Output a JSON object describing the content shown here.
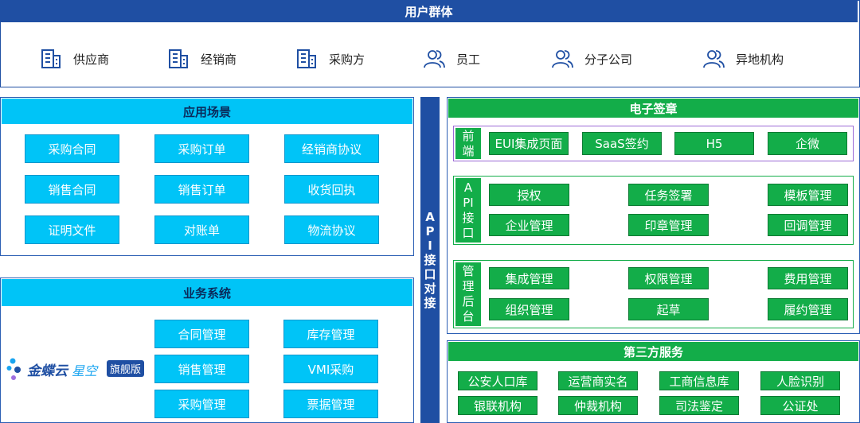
{
  "user_group": {
    "title": "用户群体",
    "items": [
      {
        "label": "供应商",
        "icon": "building-icon"
      },
      {
        "label": "经销商",
        "icon": "building-icon"
      },
      {
        "label": "采购方",
        "icon": "building-icon"
      },
      {
        "label": "员工",
        "icon": "users-icon"
      },
      {
        "label": "分子公司",
        "icon": "users-icon"
      },
      {
        "label": "异地机构",
        "icon": "users-icon"
      }
    ]
  },
  "scenarios": {
    "title": "应用场景",
    "items": [
      "采购合同",
      "采购订单",
      "经销商协议",
      "销售合同",
      "销售订单",
      "收货回执",
      "证明文件",
      "对账单",
      "物流协议"
    ]
  },
  "business": {
    "title": "业务系统",
    "logo_brand": "金蝶云",
    "logo_product": "星空",
    "logo_badge": "旗舰版",
    "items": [
      "合同管理",
      "库存管理",
      "销售管理",
      "VMI采购",
      "采购管理",
      "票据管理"
    ]
  },
  "api_bar": {
    "chars": [
      "A",
      "P",
      "I",
      "接",
      "口",
      "对",
      "接"
    ]
  },
  "esign": {
    "title": "电子签章",
    "front": {
      "label_chars": [
        "前",
        "端"
      ],
      "items": [
        "EUI集成页面",
        "SaaS签约",
        "H5",
        "企微"
      ]
    },
    "api": {
      "label_chars": [
        "A",
        "PI",
        "接",
        "口"
      ],
      "items": [
        "授权",
        "任务签署",
        "模板管理",
        "企业管理",
        "印章管理",
        "回调管理"
      ]
    },
    "admin": {
      "label_chars": [
        "管",
        "理",
        "后",
        "台"
      ],
      "items": [
        "集成管理",
        "权限管理",
        "费用管理",
        "组织管理",
        "起草",
        "履约管理"
      ]
    }
  },
  "third_party": {
    "title": "第三方服务",
    "items": [
      "公安人口库",
      "运营商实名",
      "工商信息库",
      "人脸识别",
      "银联机构",
      "仲裁机构",
      "司法鉴定",
      "公证处"
    ]
  },
  "colors": {
    "navy": "#1f4fa3",
    "cyan": "#00c4f7",
    "green": "#13ad49",
    "purple": "#9b6ad6"
  }
}
